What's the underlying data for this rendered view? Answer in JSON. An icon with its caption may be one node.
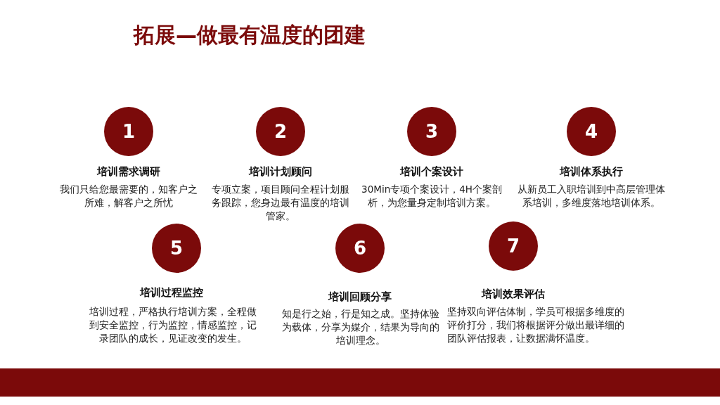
{
  "diagram": {
    "title": "拓展—做最有温度的团建",
    "nodes": [
      {
        "text": [
          "1"
        ],
        "beside": [
          "培训需求调研",
          "我们只给您最需要的，知客户之所难，解客户之所忧"
        ]
      },
      {
        "text": [
          "2"
        ],
        "beside": [
          "培训计划顾问",
          "专项立案，项目顾问全程计划服务跟踪，您身边最有温度的培训管家。"
        ]
      },
      {
        "text": [
          "3"
        ],
        "beside": [
          "培训个案设计",
          "30Min专项个案设计，4H个案剖析，为您量身定制培训方案。"
        ]
      },
      {
        "text": [
          "4"
        ],
        "beside": [
          "培训体系执行",
          "从新员工入职培训到中高层管理体系培训，多维度落地培训体系。"
        ]
      },
      {
        "text": [
          "5"
        ],
        "beside": [
          "培训过程监控",
          "培训过程，严格执行培训方案，全程做到安全监控，行为监控，情感监控，记录团队的成长，见证改变的发生。"
        ]
      },
      {
        "text": [
          "6"
        ],
        "beside": [
          "培训回顾分享",
          "知是行之始，行是知之成。坚持体验为载体，分享为媒介，结果为导向的培训理念。"
        ]
      },
      {
        "text": [
          "7"
        ],
        "beside": [
          "培训效果评估",
          "坚持双向评估体制，学员可根据多维度的评价打分，我们将根据评分做出最详细的团队评估报表，让数据满怀温度。"
        ]
      }
    ],
    "edges": []
  }
}
